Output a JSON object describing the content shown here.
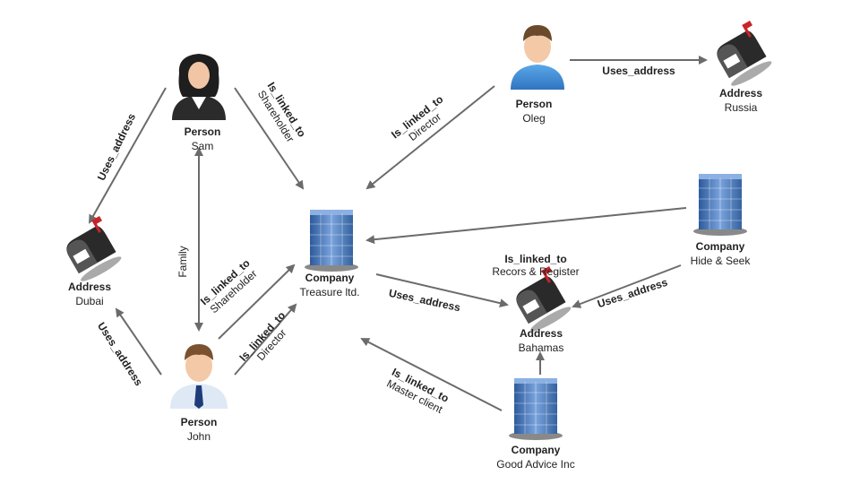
{
  "nodes": {
    "sam": {
      "type": "Person",
      "name": "Sam",
      "icon": "person-female-icon"
    },
    "john": {
      "type": "Person",
      "name": "John",
      "icon": "person-male-tie-icon"
    },
    "oleg": {
      "type": "Person",
      "name": "Oleg",
      "icon": "person-male-icon"
    },
    "treasure": {
      "type": "Company",
      "name": "Treasure ltd.",
      "icon": "office-building-icon"
    },
    "hideseek": {
      "type": "Company",
      "name": "Hide & Seek",
      "icon": "office-building-icon"
    },
    "goodadvice": {
      "type": "Company",
      "name": "Good Advice Inc",
      "icon": "office-building-icon"
    },
    "dubai": {
      "type": "Address",
      "name": "Dubai",
      "icon": "mailbox-icon"
    },
    "russia": {
      "type": "Address",
      "name": "Russia",
      "icon": "mailbox-icon"
    },
    "bahamas": {
      "type": "Address",
      "name": "Bahamas",
      "icon": "mailbox-icon"
    }
  },
  "edges": {
    "sam_dubai": {
      "type": "Uses_address",
      "detail": ""
    },
    "sam_treasure": {
      "type": "Is_linked_to",
      "detail": "Shareholder"
    },
    "sam_john": {
      "type": "",
      "detail": "Family"
    },
    "oleg_russia": {
      "type": "Uses_address",
      "detail": ""
    },
    "oleg_treasure": {
      "type": "Is_linked_to",
      "detail": "Director"
    },
    "john_dubai": {
      "type": "Uses_address",
      "detail": ""
    },
    "john_treasure_sh": {
      "type": "Is_linked_to",
      "detail": "Shareholder"
    },
    "john_treasure_dir": {
      "type": "Is_linked_to",
      "detail": "Director"
    },
    "hideseek_treasure": {
      "type": "Is_linked_to",
      "detail": "Recors & Register"
    },
    "hideseek_bahamas": {
      "type": "Uses_address",
      "detail": ""
    },
    "treasure_bahamas": {
      "type": "Uses_address",
      "detail": ""
    },
    "goodadvice_treasure": {
      "type": "Is_linked_to",
      "detail": "Master client"
    },
    "goodadvice_bahamas": {
      "type": "",
      "detail": ""
    }
  },
  "colors": {
    "edge": "#6b6b6b",
    "building": "#4a78b8",
    "mailbox": "#2a2a2a",
    "flag": "#c8242a"
  }
}
